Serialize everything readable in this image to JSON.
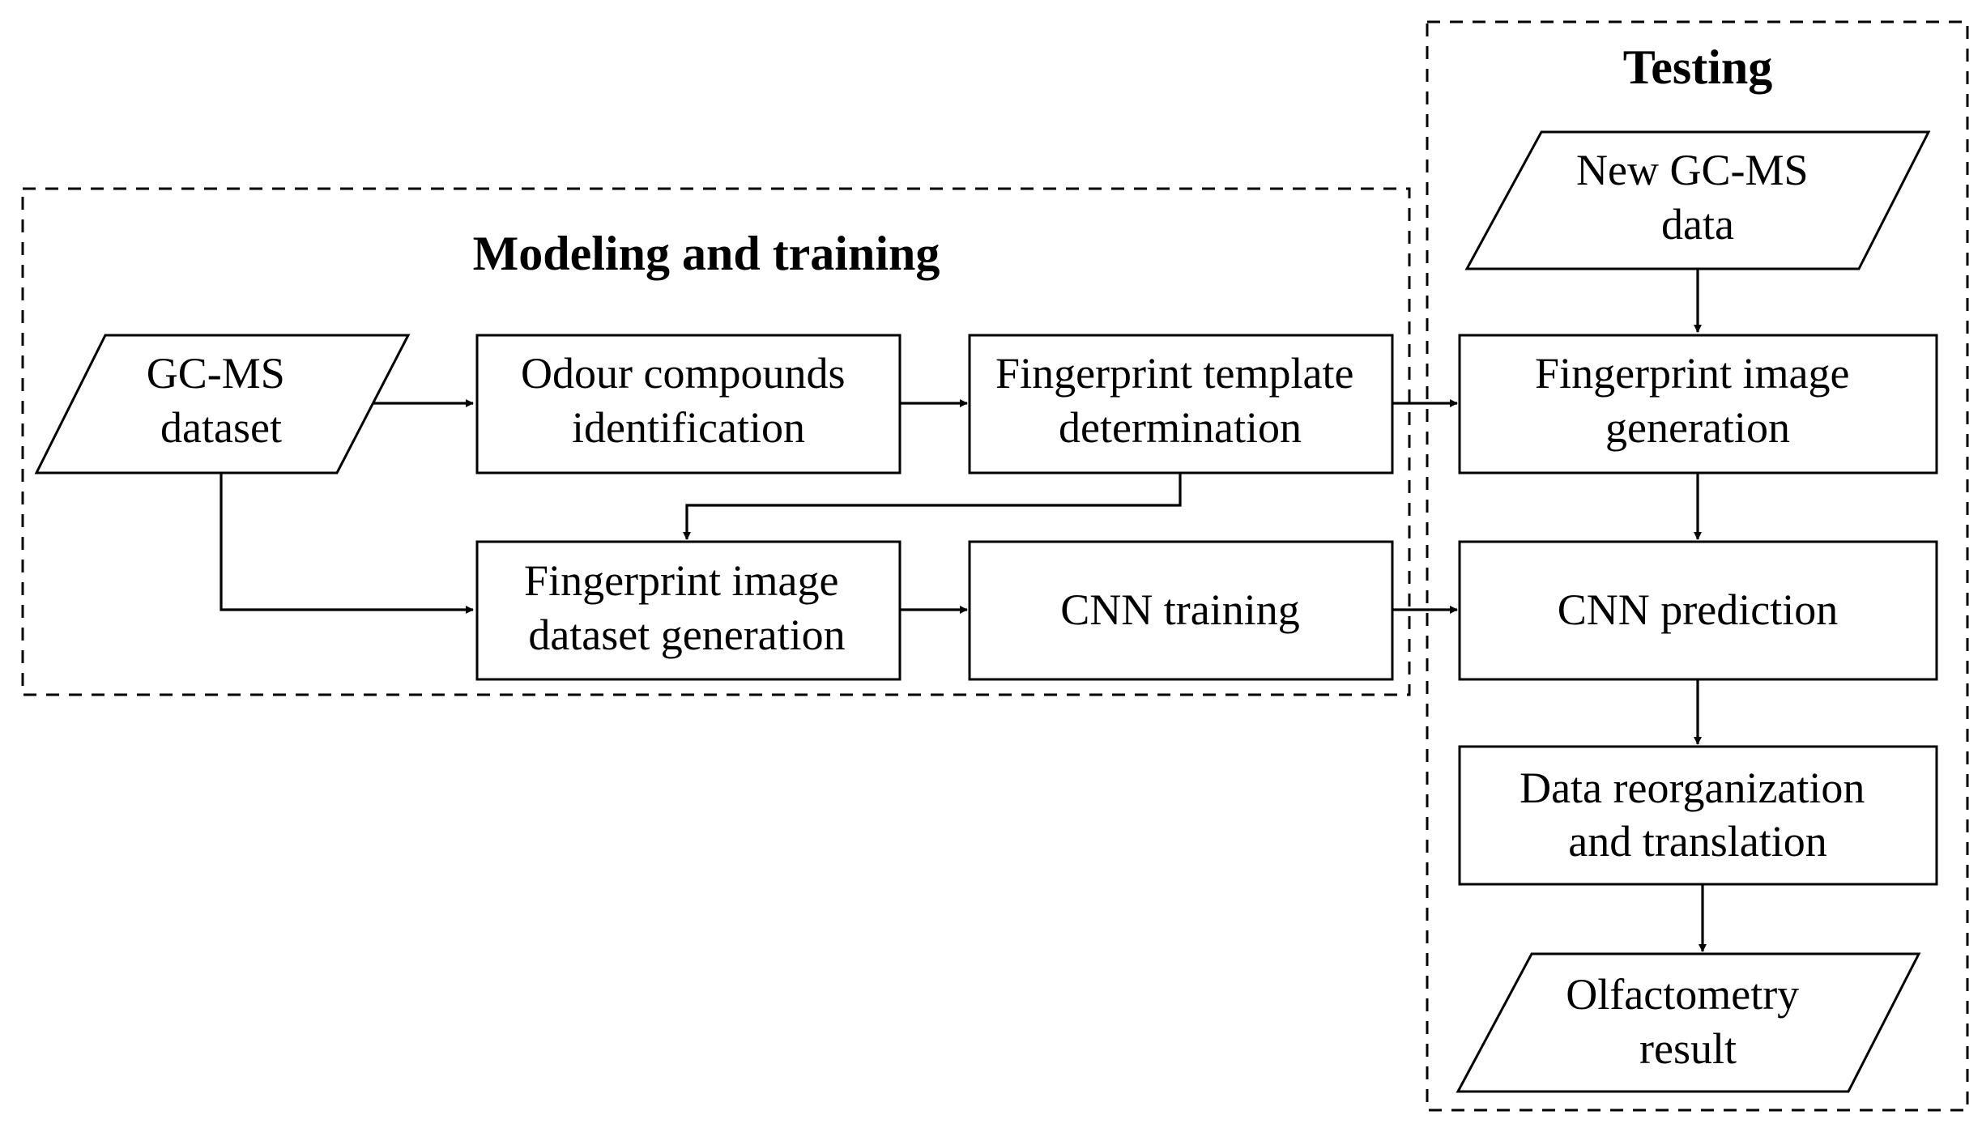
{
  "groups": {
    "training": {
      "title": "Modeling and training"
    },
    "testing": {
      "title": "Testing"
    }
  },
  "nodes": {
    "gcms_dataset": {
      "shape": "parallelogram",
      "lines": [
        "GC-MS",
        "dataset"
      ]
    },
    "odour_compounds": {
      "shape": "rectangle",
      "lines": [
        "Odour compounds",
        "identification"
      ]
    },
    "fingerprint_template": {
      "shape": "rectangle",
      "lines": [
        "Fingerprint template",
        "determination"
      ]
    },
    "fingerprint_dataset": {
      "shape": "rectangle",
      "lines": [
        "Fingerprint image",
        "dataset generation"
      ]
    },
    "cnn_training": {
      "shape": "rectangle",
      "lines": [
        "CNN training"
      ]
    },
    "new_gcms": {
      "shape": "parallelogram",
      "lines": [
        "New GC-MS",
        "data"
      ]
    },
    "fingerprint_generation": {
      "shape": "rectangle",
      "lines": [
        "Fingerprint image",
        "generation"
      ]
    },
    "cnn_prediction": {
      "shape": "rectangle",
      "lines": [
        "CNN prediction"
      ]
    },
    "data_reorg": {
      "shape": "rectangle",
      "lines": [
        "Data reorganization",
        "and translation"
      ]
    },
    "olfactometry": {
      "shape": "parallelogram",
      "lines": [
        "Olfactometry",
        "result"
      ]
    }
  },
  "edges": [
    {
      "from": "gcms_dataset",
      "to": "odour_compounds"
    },
    {
      "from": "odour_compounds",
      "to": "fingerprint_template"
    },
    {
      "from": "fingerprint_template",
      "to": "fingerprint_generation"
    },
    {
      "from": "fingerprint_template",
      "to": "fingerprint_dataset"
    },
    {
      "from": "gcms_dataset",
      "to": "fingerprint_dataset"
    },
    {
      "from": "fingerprint_dataset",
      "to": "cnn_training"
    },
    {
      "from": "cnn_training",
      "to": "cnn_prediction"
    },
    {
      "from": "new_gcms",
      "to": "fingerprint_generation"
    },
    {
      "from": "fingerprint_generation",
      "to": "cnn_prediction"
    },
    {
      "from": "cnn_prediction",
      "to": "data_reorg"
    },
    {
      "from": "data_reorg",
      "to": "olfactometry"
    }
  ]
}
